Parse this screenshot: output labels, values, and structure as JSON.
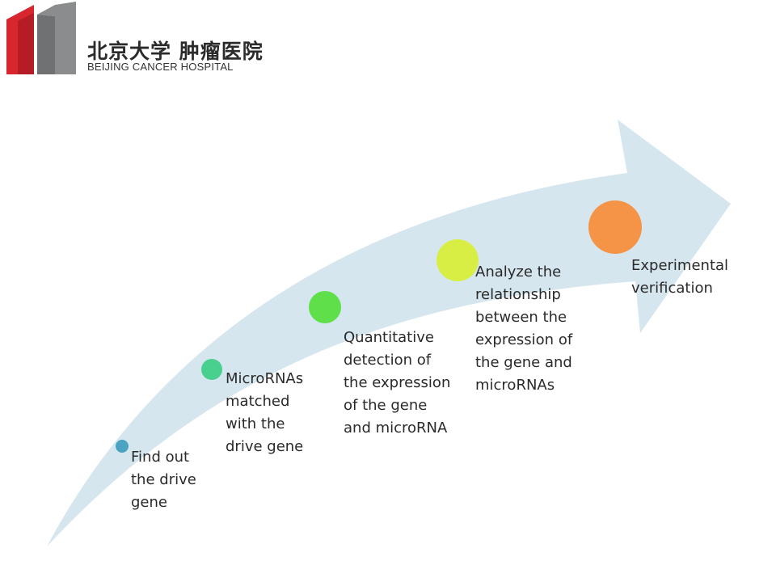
{
  "header": {
    "logo_cn": "北京大学 肿瘤医院",
    "logo_en": "BEIJING CANCER HOSPITAL"
  },
  "colors": {
    "arrow": "#d6e6ee",
    "logo_red": "#d7262e",
    "logo_gray": "#8a8c8e"
  },
  "steps": [
    {
      "label": "Find out\nthe drive\ngene",
      "color": "#4aa3c1"
    },
    {
      "label": "MicroRNAs\nmatched\nwith the\ndrive gene",
      "color": "#49d08f"
    },
    {
      "label": "Quantitative\ndetection of\nthe expression\nof the gene\nand microRNA",
      "color": "#5fe04a"
    },
    {
      "label": "Analyze the\nrelationship\nbetween the\nexpression of\nthe gene and\nmicroRNAs",
      "color": "#d9ee45"
    },
    {
      "label": "Experimental\nverification",
      "color": "#f59446"
    }
  ]
}
